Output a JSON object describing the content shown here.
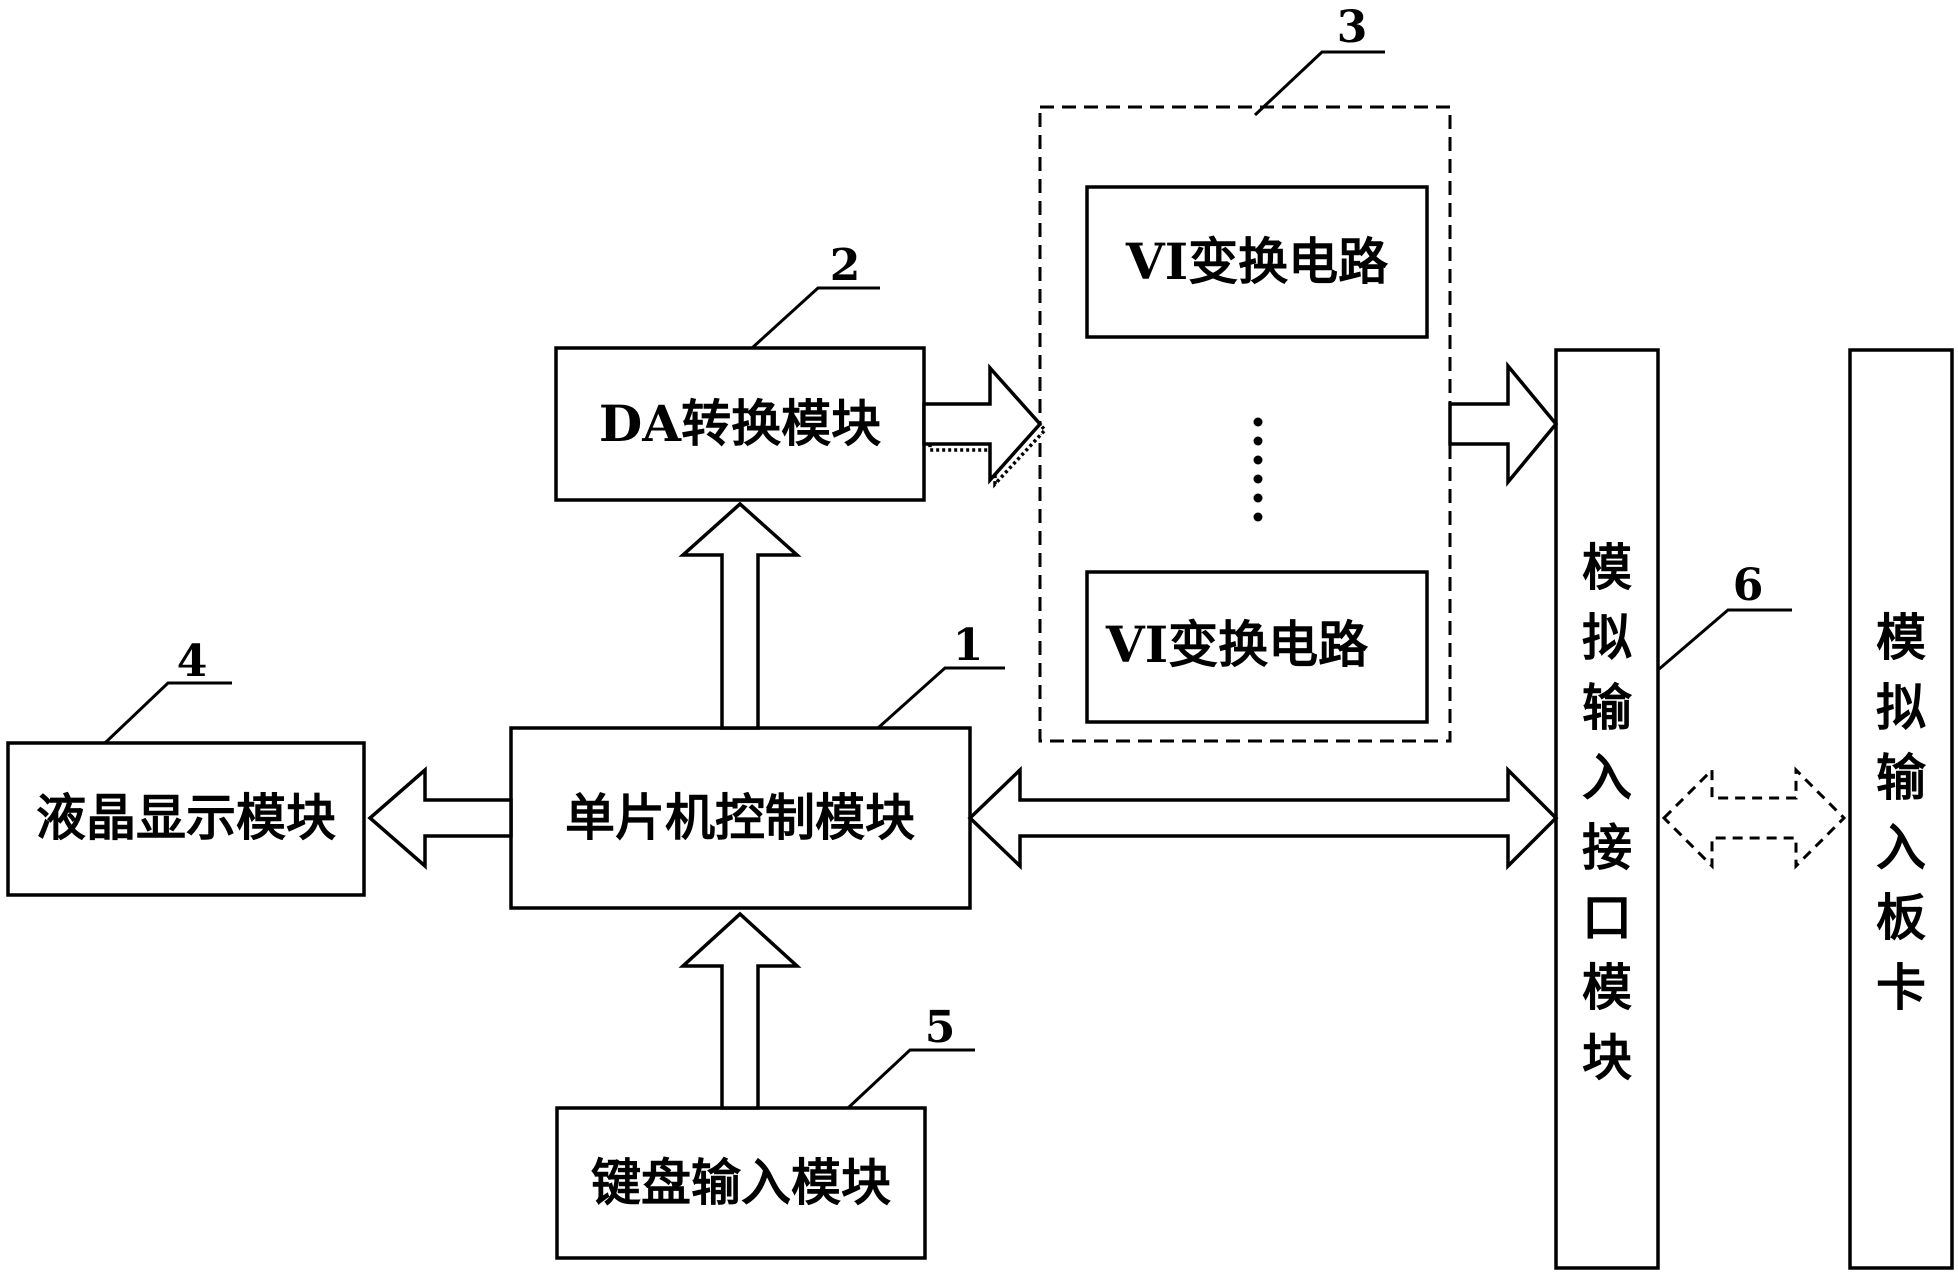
{
  "modules": {
    "mcu": "单片机控制模块",
    "da": "DA转换模块",
    "lcd": "液晶显示模块",
    "keyboard": "键盘输入模块",
    "vi_top": "VI变换电路",
    "vi_bottom": "VI变换电路",
    "interface": [
      "模",
      "拟",
      "输",
      "入",
      "接",
      "口",
      "模",
      "块"
    ],
    "card": [
      "模",
      "拟",
      "输",
      "入",
      "板",
      "卡"
    ]
  },
  "callouts": {
    "n1": "1",
    "n2": "2",
    "n3": "3",
    "n4": "4",
    "n5": "5",
    "n6": "6"
  }
}
